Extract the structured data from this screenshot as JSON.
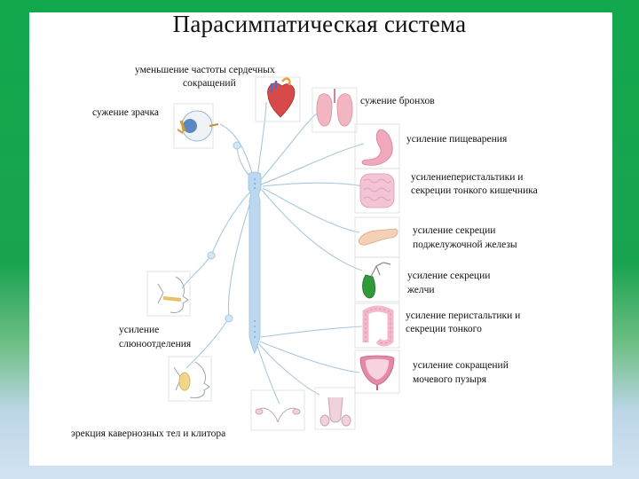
{
  "title": "Парасимпатическая система",
  "labels": {
    "heart_l1": "уменьшение частоты сердечных",
    "heart_l2": "сокращений",
    "pupil": "сужение зрачка",
    "bronchi": "сужение бронхов",
    "digestion": "усиление пищеварения",
    "intestine_l1": "усилениеперистальтики и",
    "intestine_l2": "секреции тонкого кишечника",
    "pancreas_l1": "усиление секреции",
    "pancreas_l2": "поджелужочной железы",
    "bile_l1": "усиление секреции",
    "bile_l2": "желчи",
    "colon_l1": "усиление перистальтики и",
    "colon_l2": "секреции тонкого",
    "salivation_l1": "усиление",
    "salivation_l2": "слюноотделения",
    "bladder_l1": "усиление сокращений",
    "bladder_l2": "мочевого пузыря",
    "erection": "эрекция кавернозных тел и клитора"
  },
  "colors": {
    "nerve": "#a9c8de",
    "spine": "#bcd8f0",
    "heart": "#d84a4a",
    "lung": "#f2b6c2",
    "stomach": "#f0a8bc",
    "intestine": "#f3c4d6",
    "pancreas": "#f4d0b4",
    "gallbladder": "#2e9a3a",
    "bladder": "#e48aa8",
    "eye_iris": "#d59b2e"
  }
}
